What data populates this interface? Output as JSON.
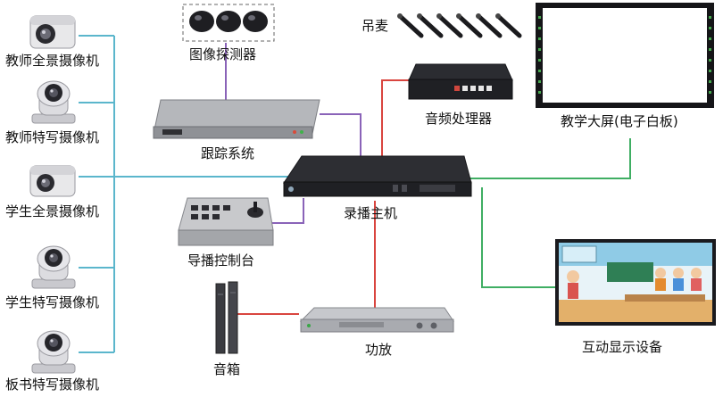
{
  "labels": {
    "cam1": "教师全景摄像机",
    "cam2": "教师特写摄像机",
    "cam3": "学生全景摄像机",
    "cam4": "学生特写摄像机",
    "cam5": "板书特写摄像机",
    "detector": "图像探测器",
    "tracking": "跟踪系统",
    "director": "导播控制台",
    "speaker": "音箱",
    "mic": "吊麦",
    "audio_proc": "音频处理器",
    "host": "录播主机",
    "amp": "功放",
    "big_screen": "教学大屏(电子白板)",
    "interactive": "互动显示设备"
  },
  "colors": {
    "video_line": "#5bb6cc",
    "control_line": "#8a63b8",
    "audio_line": "#d9453f",
    "display_line": "#3fae63"
  }
}
